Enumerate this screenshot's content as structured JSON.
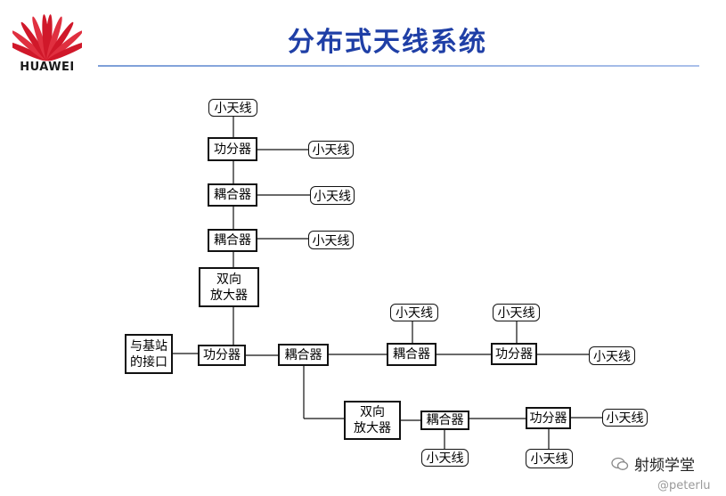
{
  "logo": {
    "word": "HUAWEI",
    "colors": {
      "petal": "#d0182a",
      "petal_light": "#ea4a55"
    }
  },
  "title": "分布式天线系统",
  "colors": {
    "title": "#1f3fa6",
    "rule": "#7d9fd8",
    "line": "#111111"
  },
  "labels": {
    "antenna": "小天线",
    "splitter": "功分器",
    "coupler": "耦合器",
    "amp_line1": "双向",
    "amp_line2": "放大器",
    "bs_line1": "与基站",
    "bs_line2": "的接口"
  },
  "watermark": {
    "name": "射频学堂",
    "handle": "@peterlu",
    "icon": "wechat-icon"
  }
}
